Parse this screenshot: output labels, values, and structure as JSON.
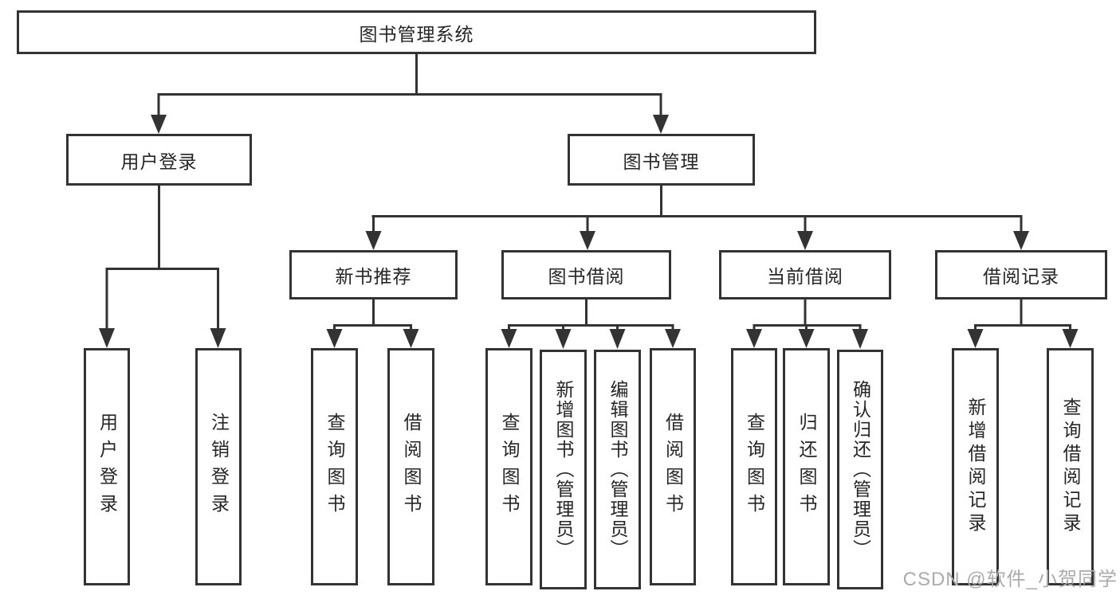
{
  "diagram": {
    "root": {
      "label": "图书管理系统",
      "children": [
        {
          "label": "用户登录",
          "children": [
            {
              "label": "用户登录"
            },
            {
              "label": "注销登录"
            }
          ]
        },
        {
          "label": "图书管理",
          "children": [
            {
              "label": "新书推荐",
              "children": [
                {
                  "label": "查询图书"
                },
                {
                  "label": "借阅图书"
                }
              ]
            },
            {
              "label": "图书借阅",
              "children": [
                {
                  "label": "查询图书"
                },
                {
                  "label": "新增图书（管理员）"
                },
                {
                  "label": "编辑图书（管理员）"
                },
                {
                  "label": "借阅图书"
                }
              ]
            },
            {
              "label": "当前借阅",
              "children": [
                {
                  "label": "查询图书"
                },
                {
                  "label": "归还图书"
                },
                {
                  "label": "确认归还（管理员）"
                }
              ]
            },
            {
              "label": "借阅记录",
              "children": [
                {
                  "label": "新增借阅记录"
                },
                {
                  "label": "查询借阅记录"
                }
              ]
            }
          ]
        }
      ]
    }
  },
  "watermark": {
    "label": "CSDN @软件_小贺同学"
  },
  "colors": {
    "line": "#333333",
    "border": "#333333",
    "text": "#262626",
    "watermark": "#ababab",
    "background": "#ffffff"
  }
}
